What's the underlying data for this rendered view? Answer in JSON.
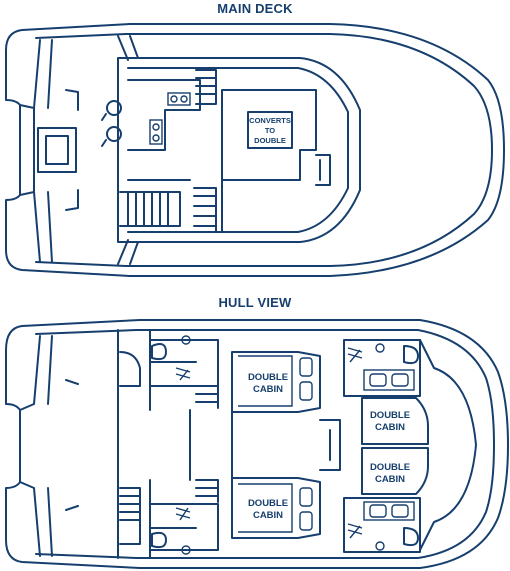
{
  "main_deck": {
    "title": "MAIN DECK",
    "convert_label": [
      "CONVERTS",
      "TO",
      "DOUBLE"
    ]
  },
  "hull_view": {
    "title": "HULL VIEW",
    "cabins": [
      [
        "DOUBLE",
        "CABIN"
      ],
      [
        "DOUBLE",
        "CABIN"
      ],
      [
        "DOUBLE",
        "CABIN"
      ],
      [
        "DOUBLE",
        "CABIN"
      ]
    ]
  },
  "colors": {
    "line": "#163f6e",
    "background": "#ffffff"
  }
}
